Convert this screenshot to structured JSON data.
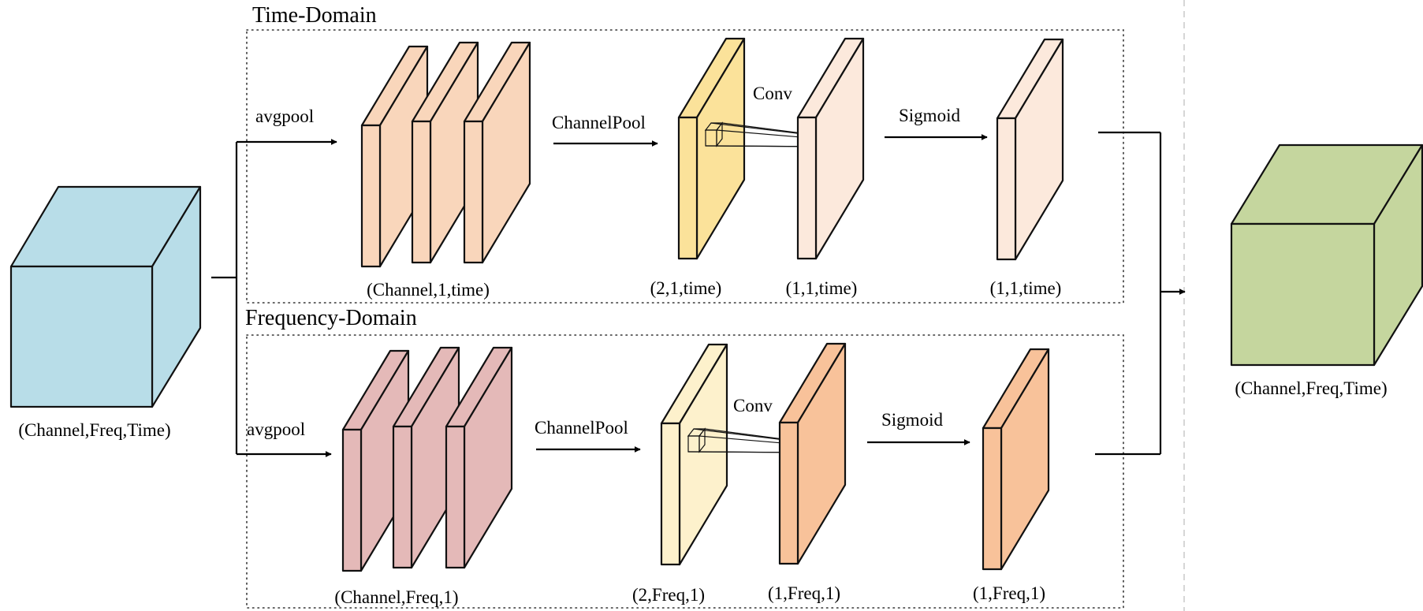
{
  "colors": {
    "input_cube": "#b8dde8",
    "output_cube": "#c5d69e",
    "time_feature": "#f9d6bb",
    "time_channelpool": "#fbe29a",
    "time_conv": "#fce9dc",
    "time_sigmoid": "#fce9dc",
    "freq_feature": "#e4b9b8",
    "freq_channelpool": "#fdf1cc",
    "freq_conv": "#f8c29a",
    "freq_sigmoid": "#f8c29a"
  },
  "input": {
    "label": "(Channel,Freq,Time)"
  },
  "output": {
    "label": "(Channel,Freq,Time)"
  },
  "time_branch": {
    "title": "Time-Domain",
    "pool_op": "avgpool",
    "feature_label": "(Channel,1,time)",
    "channelpool_op": "ChannelPool",
    "channelpool_label": "(2,1,time)",
    "conv_op": "Conv",
    "conv_label": "(1,1,time)",
    "sigmoid_op": "Sigmoid",
    "sigmoid_label": "(1,1,time)"
  },
  "freq_branch": {
    "title": "Frequency-Domain",
    "pool_op": "avgpool",
    "feature_label": "(Channel,Freq,1)",
    "channelpool_op": "ChannelPool",
    "channelpool_label": "(2,Freq,1)",
    "conv_op": "Conv",
    "conv_label": "(1,Freq,1)",
    "sigmoid_op": "Sigmoid",
    "sigmoid_label": "(1,Freq,1)"
  }
}
